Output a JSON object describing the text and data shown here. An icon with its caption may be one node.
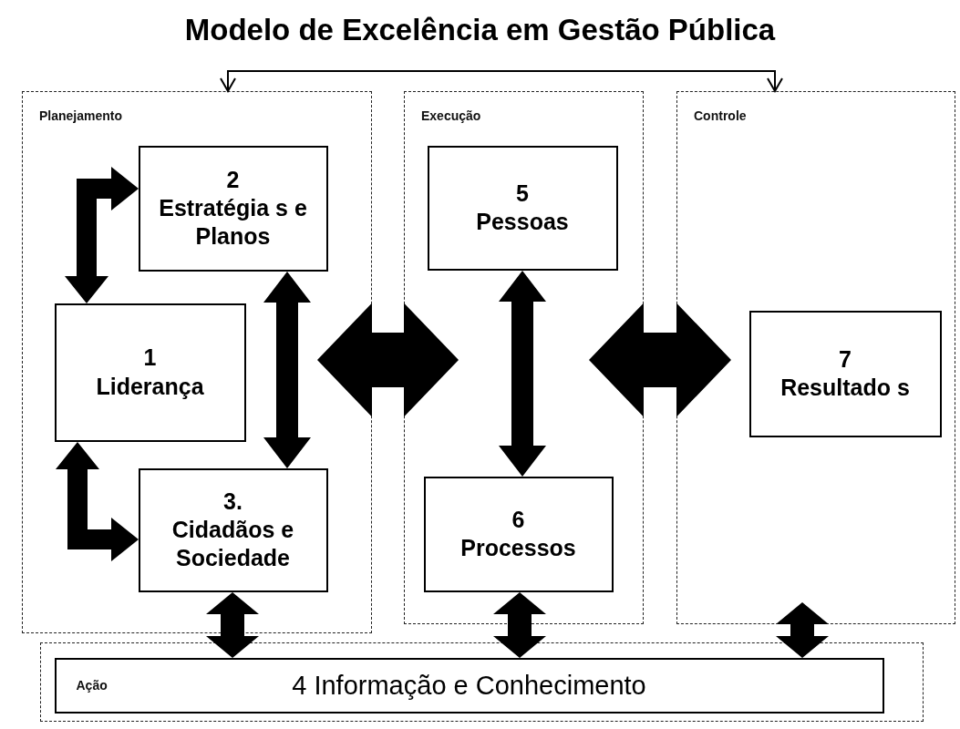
{
  "diagram": {
    "title": "Modelo de Excelência em Gestão Pública",
    "nodes": [
      {
        "text": [
          "Planejamento"
        ]
      },
      {
        "text": [
          "2",
          "Estratégia s e Planos"
        ],
        "in": 0
      },
      {
        "text": [
          "1",
          "Liderança"
        ],
        "in": 0
      },
      {
        "text": [
          "3.",
          "Cidadãos e Sociedade"
        ],
        "in": 0
      },
      {
        "text": [
          "Execução"
        ]
      },
      {
        "text": [
          "5",
          "Pessoas"
        ],
        "in": 4
      },
      {
        "text": [
          "6",
          "Processos"
        ],
        "in": 4
      },
      {
        "text": [
          "Controle"
        ]
      },
      {
        "text": [
          "7",
          "Resultado s"
        ],
        "in": 7
      },
      {
        "text": [],
        "shape": "box"
      },
      {
        "text": [
          "Ação",
          "4 Informação e Conhecimento"
        ],
        "in": 9
      }
    ],
    "edges": [
      {
        "from": 0,
        "to": 7,
        "arrow": "both"
      },
      {
        "from": 1,
        "to": 2,
        "arrow": "both",
        "style": "thick"
      },
      {
        "from": 2,
        "to": 3,
        "arrow": "both",
        "style": "thick"
      },
      {
        "from": 1,
        "to": 3,
        "arrow": "both",
        "style": "thick"
      },
      {
        "from": 0,
        "to": 4,
        "arrow": "both",
        "style": "thick"
      },
      {
        "from": 5,
        "to": 6,
        "arrow": "both",
        "style": "thick"
      },
      {
        "from": 4,
        "to": 7,
        "arrow": "both",
        "style": "thick"
      },
      {
        "from": 3,
        "to": 10,
        "arrow": "both",
        "style": "thick"
      },
      {
        "from": 6,
        "to": 10,
        "arrow": "both",
        "style": "thick"
      },
      {
        "from": 7,
        "to": 10,
        "arrow": "both",
        "style": "thick"
      }
    ]
  }
}
